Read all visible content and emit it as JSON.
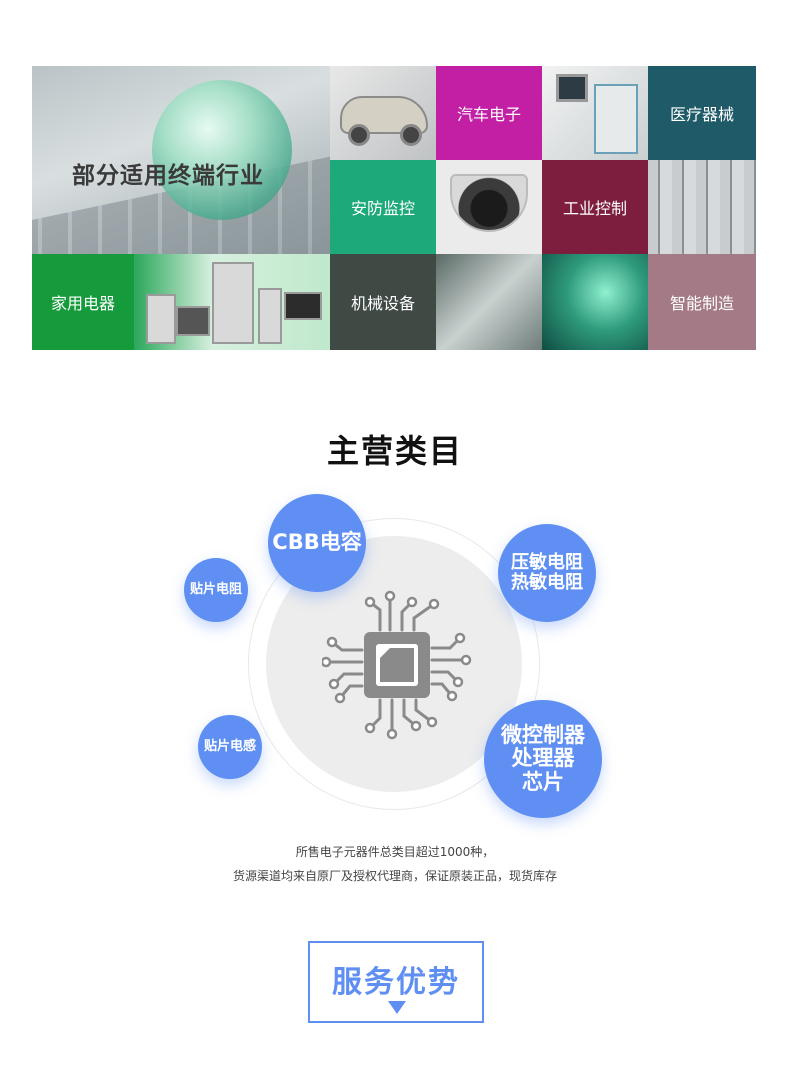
{
  "industries": {
    "heading": "部分适用终端行业",
    "auto": "汽车电子",
    "medical": "医疗器械",
    "security": "安防监控",
    "industrial": "工业控制",
    "home": "家用电器",
    "mechanical": "机械设备",
    "smart": "智能制造"
  },
  "categories": {
    "title": "主营类目",
    "cbb": "CBB电容",
    "varistor_line1": "压敏电阻",
    "varistor_line2": "热敏电阻",
    "smd_resistor": "贴片电阻",
    "smd_inductor": "贴片电感",
    "mcu_line1": "微控制器",
    "mcu_line2": "处理器",
    "mcu_line3": "芯片",
    "chip_icon": "circuit-chip-icon",
    "desc_line1": "所售电子元器件总类目超过1000种，",
    "desc_line2": "货源渠道均来自原厂及授权代理商，保证原装正品，现货库存"
  },
  "service": {
    "title": "服务优势",
    "arrow_icon": "triangle-down-icon"
  },
  "colors": {
    "accent_blue": "#5f8ff2",
    "auto": "#c21fa5",
    "medical": "#1e5a67",
    "security": "#1ea97a",
    "industrial": "#7d1e3e",
    "home": "#169b3c",
    "mechanical": "#3f4a45",
    "smart": "#a47a86"
  }
}
